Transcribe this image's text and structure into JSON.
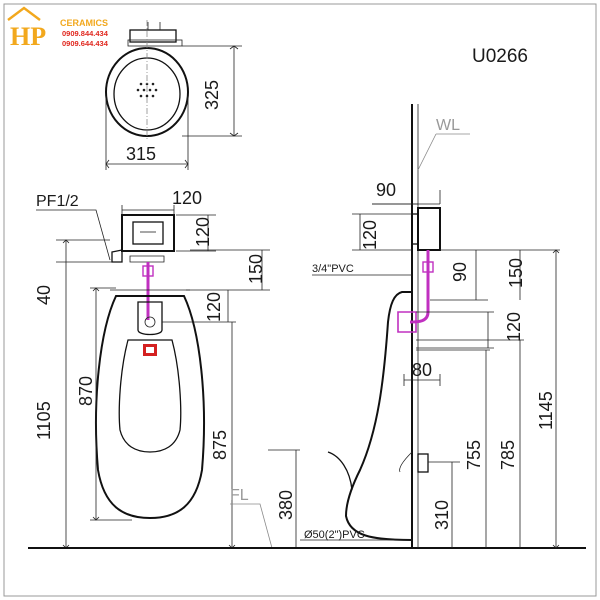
{
  "brand": {
    "logo_letters": "HP",
    "logo_word": "CERAMICS",
    "phone_1": "0909.844.434",
    "phone_2": "0909.644.434",
    "color_letters": "#f2a81d",
    "color_phone": "#e0281f"
  },
  "model_code": "U0266",
  "top_view": {
    "width_label": "315",
    "depth_label": "325"
  },
  "front_view": {
    "valve_thread_label": "PF1/2",
    "valve_width_label": "120",
    "valve_height_label": "120",
    "top_offset_label": "40",
    "valve_to_rim_label": "150",
    "spud_drop_label": "120",
    "bowl_height_label": "870",
    "overall_height_label": "1105",
    "rim_to_floor_label": "875",
    "floor_to_outlet_label": "380",
    "floor_label": "FL"
  },
  "side_view": {
    "wall_label": "WL",
    "wall_to_valve_label": "90",
    "valve_height_label": "120",
    "supply_pipe_label": "3/4\"PVC",
    "pipe_drop_label": "90",
    "spud_height_label": "150",
    "spud_drop_label": "120",
    "projection_label": "80",
    "spud_from_floor_label": "1145",
    "outlet_center_label": "785",
    "outlet_top_label": "755",
    "drain_height_label": "310",
    "drain_pipe_label": "Ø50(2\")PVC"
  },
  "colors": {
    "accent_pipe": "#c030c0",
    "accent_valve_icon": "#d42020",
    "line": "#111111"
  }
}
